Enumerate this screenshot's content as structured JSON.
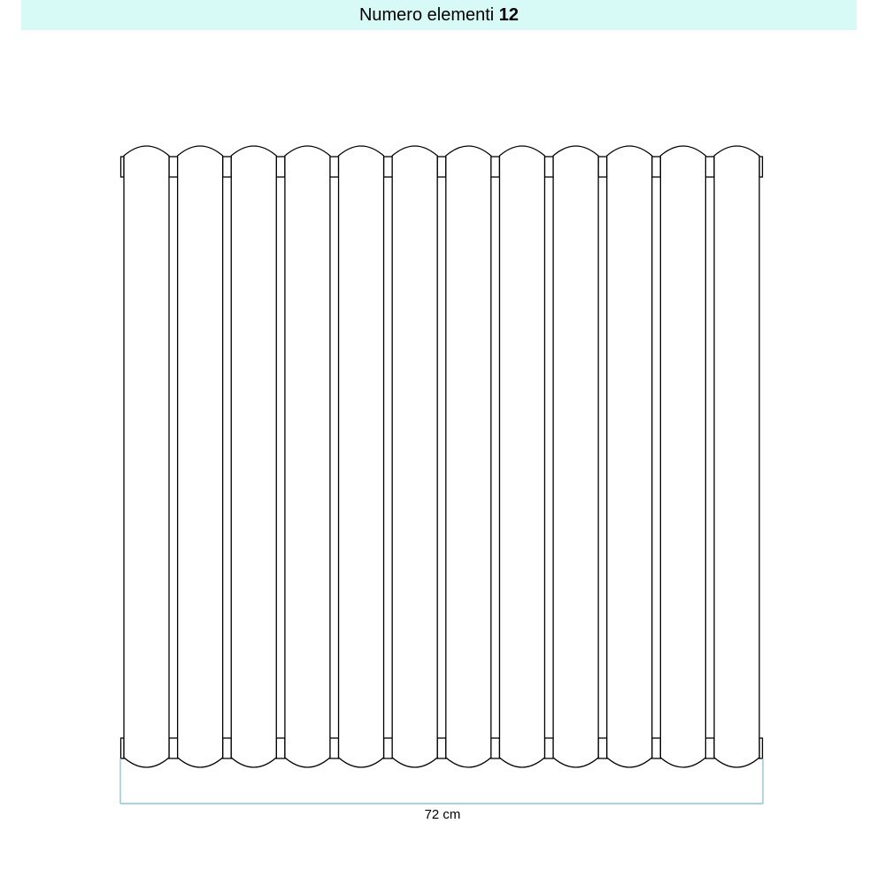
{
  "header": {
    "label": "Numero elementi",
    "count": "12"
  },
  "drawing": {
    "element_count": 12,
    "width_label": "72 cm",
    "colors": {
      "header_background": "#d7faf6",
      "outline": "#000000",
      "dimension_line": "#8cc4d4"
    }
  }
}
